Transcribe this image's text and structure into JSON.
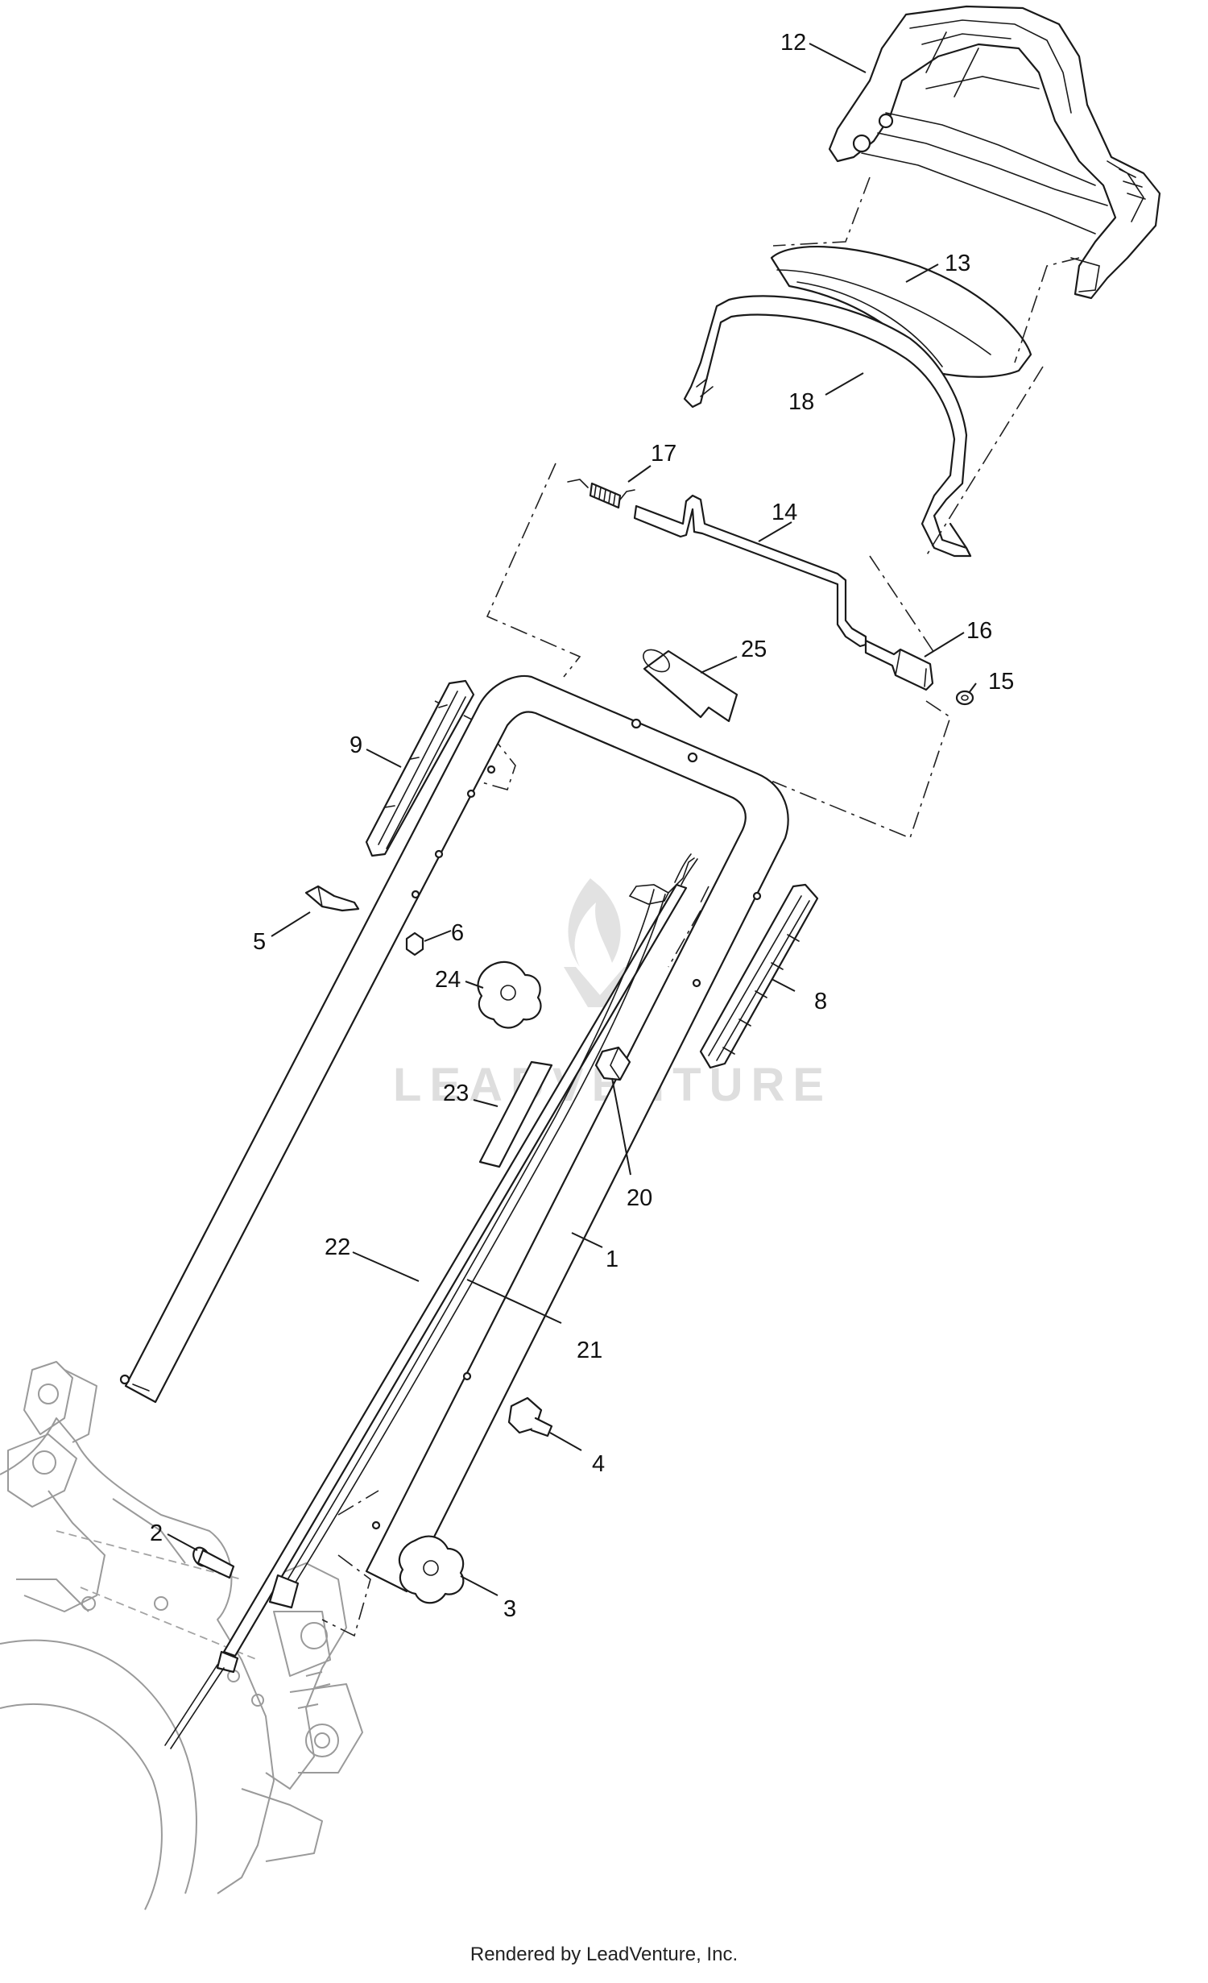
{
  "watermark": {
    "text": "LEADVENTURE",
    "logo_icon": "flame-logo-icon"
  },
  "footer": {
    "credit": "Rendered by LeadVenture, Inc."
  },
  "callouts": [
    {
      "id": "1",
      "label": "1"
    },
    {
      "id": "2",
      "label": "2"
    },
    {
      "id": "3",
      "label": "3"
    },
    {
      "id": "4",
      "label": "4"
    },
    {
      "id": "5",
      "label": "5"
    },
    {
      "id": "6",
      "label": "6"
    },
    {
      "id": "8",
      "label": "8"
    },
    {
      "id": "9",
      "label": "9"
    },
    {
      "id": "12",
      "label": "12"
    },
    {
      "id": "13",
      "label": "13"
    },
    {
      "id": "14",
      "label": "14"
    },
    {
      "id": "15",
      "label": "15"
    },
    {
      "id": "16",
      "label": "16"
    },
    {
      "id": "17",
      "label": "17"
    },
    {
      "id": "18",
      "label": "18"
    },
    {
      "id": "20",
      "label": "20"
    },
    {
      "id": "21",
      "label": "21"
    },
    {
      "id": "22",
      "label": "22"
    },
    {
      "id": "23",
      "label": "23"
    },
    {
      "id": "24",
      "label": "24"
    },
    {
      "id": "25",
      "label": "25"
    }
  ],
  "colors": {
    "line": "#1a1a1a",
    "ghost": "#9a9a9a",
    "watermark": "#dedede",
    "background": "#ffffff"
  }
}
